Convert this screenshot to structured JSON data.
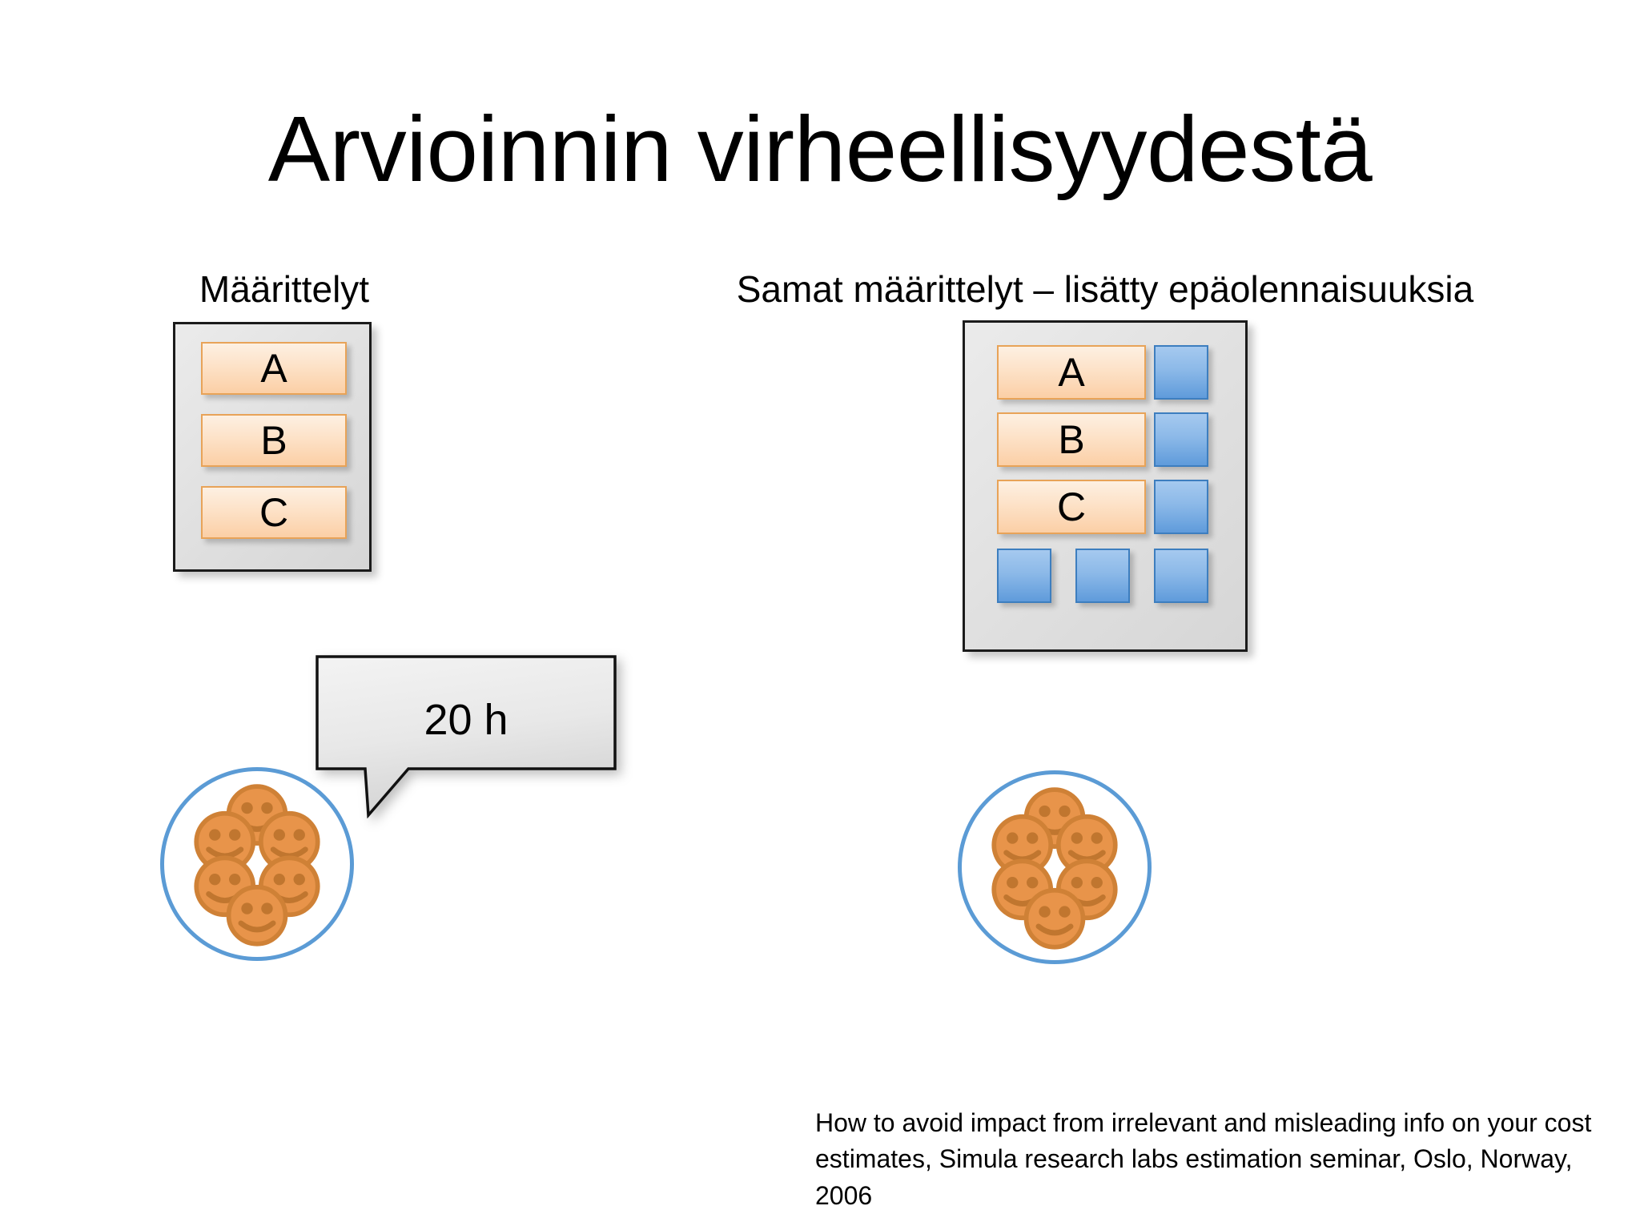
{
  "slide": {
    "title": "Arvioinnin virheellisyydestä",
    "background_color": "#ffffff"
  },
  "left_column": {
    "caption": "Määrittelyt",
    "panel": {
      "name": "requirements-panel",
      "requirement_boxes": [
        {
          "label": "A"
        },
        {
          "label": "B"
        },
        {
          "label": "C"
        }
      ],
      "distractor_boxes": []
    },
    "speech_bubble": {
      "text": "20 h"
    },
    "team": {
      "member_count": 6,
      "face_type": "smiley"
    }
  },
  "right_column": {
    "caption": "Samat määrittelyt – lisätty epäolennaisuuksia",
    "panel": {
      "name": "requirements-panel-with-noise",
      "requirement_boxes": [
        {
          "label": "A"
        },
        {
          "label": "B"
        },
        {
          "label": "C"
        }
      ],
      "distractor_boxes": [
        {
          "position": "row1-right"
        },
        {
          "position": "row2-right"
        },
        {
          "position": "row3-right"
        },
        {
          "position": "row4-left"
        },
        {
          "position": "row4-center"
        },
        {
          "position": "row4-right"
        }
      ]
    },
    "team": {
      "member_count": 6,
      "face_type": "smiley"
    }
  },
  "citation": "How to avoid impact from irrelevant and misleading info on your cost estimates, Simula research labs estimation seminar, Oslo, Norway, 2006",
  "colors": {
    "requirement_box_fill_top": "#fdf0e2",
    "requirement_box_fill_bottom": "#fbcfa6",
    "requirement_box_border": "#e8a358",
    "distractor_box_fill_top": "#a5c9ef",
    "distractor_box_fill_bottom": "#5f9bdb",
    "distractor_box_border": "#3d7ebf",
    "panel_fill": "#e4e4e4",
    "panel_border": "#1b1b1b",
    "team_circle_border": "#5b9bd5",
    "smiley_fill": "#e8944a",
    "smiley_stroke": "#c9782f",
    "bubble_fill": "#e3e3e3",
    "bubble_border": "#111111",
    "text": "#000000"
  }
}
